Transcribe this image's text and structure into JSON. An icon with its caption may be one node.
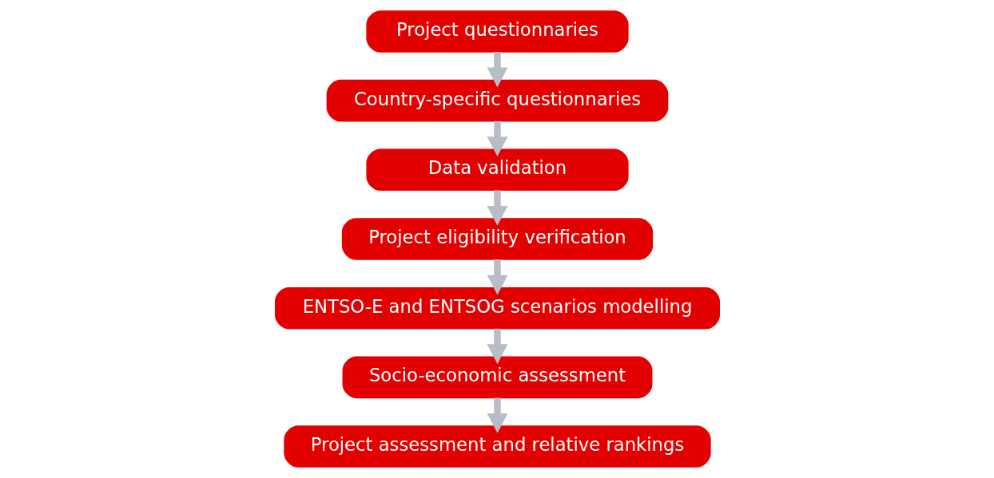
{
  "diagram": {
    "nodes": [
      {
        "text": [
          "Project questionnaries"
        ]
      },
      {
        "text": [
          "Country-specific questionnaries"
        ]
      },
      {
        "text": [
          "Data validation"
        ]
      },
      {
        "text": [
          "Project eligibility verification"
        ]
      },
      {
        "text": [
          "ENTSO-E and ENTSOG scenarios modelling"
        ]
      },
      {
        "text": [
          "Socio-economic assessment"
        ]
      },
      {
        "text": [
          "Project assessment and relative rankings"
        ]
      }
    ],
    "edges": [
      {
        "from": 0,
        "to": 1,
        "arrow": "to"
      },
      {
        "from": 1,
        "to": 2,
        "arrow": "to"
      },
      {
        "from": 2,
        "to": 3,
        "arrow": "to"
      },
      {
        "from": 3,
        "to": 4,
        "arrow": "to"
      },
      {
        "from": 4,
        "to": 5,
        "arrow": "to"
      },
      {
        "from": 5,
        "to": 6,
        "arrow": "to"
      }
    ]
  }
}
